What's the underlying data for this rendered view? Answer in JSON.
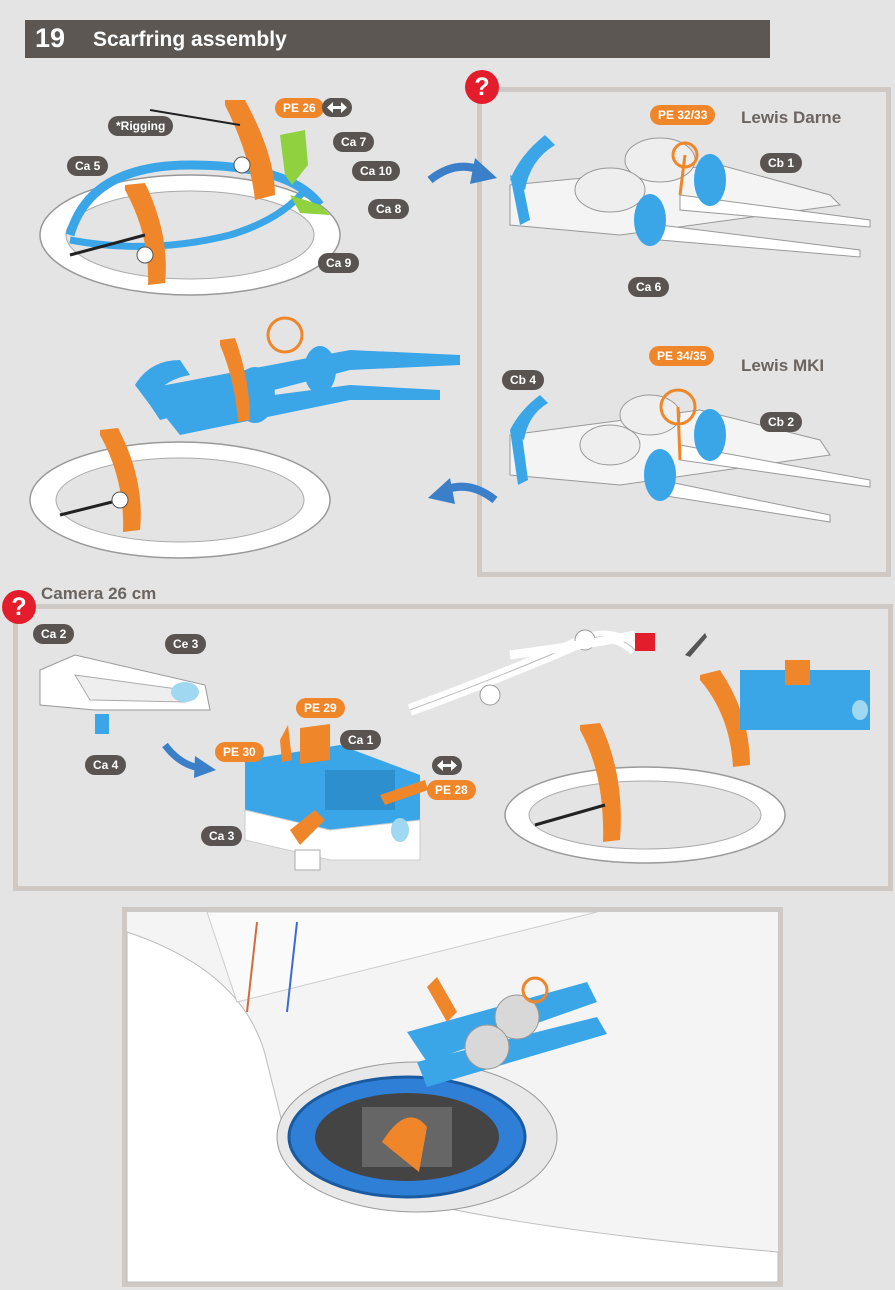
{
  "header": {
    "step_number": "19",
    "title": "Scarfring assembly"
  },
  "icons": {
    "help": "question-mark-icon",
    "mirror": "left-right-arrow-icon"
  },
  "colors": {
    "header_bg": "#5d5753",
    "label_dark": "#595451",
    "label_orange": "#f0862a",
    "part_blue": "#3aa6e8",
    "part_orange": "#f0862a",
    "part_green": "#8fd13f",
    "help_red": "#e31d2b",
    "frame": "#cfc9c6"
  },
  "scarfring": {
    "labels": {
      "rigging": "*Rigging",
      "pe26": "PE 26",
      "ca7": "Ca 7",
      "ca5": "Ca 5",
      "ca10": "Ca 10",
      "ca8": "Ca 8",
      "ca9": "Ca 9"
    }
  },
  "lewis_darne": {
    "title": "Lewis Darne",
    "pe": "PE 32/33",
    "cb1": "Cb 1",
    "ca6": "Ca 6"
  },
  "lewis_mki": {
    "title": "Lewis MKI",
    "pe": "PE 34/35",
    "cb4": "Cb 4",
    "cb2": "Cb 2"
  },
  "camera": {
    "title": "Camera 26 cm",
    "labels": {
      "ca2": "Ca 2",
      "ce3": "Ce 3",
      "ca4": "Ca 4",
      "pe29": "PE 29",
      "pe30": "PE 30",
      "ca1": "Ca 1",
      "pe28": "PE 28",
      "ca3": "Ca 3"
    }
  },
  "help_symbol": "?"
}
